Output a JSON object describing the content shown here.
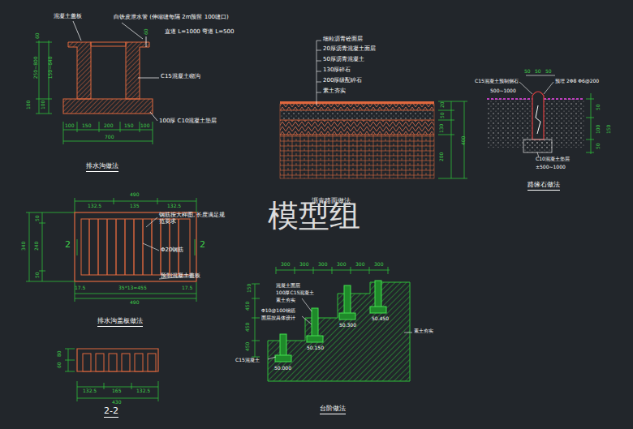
{
  "diagram": {
    "labels": [
      "混凝土盖板",
      "白铁皮泄水管 (伸缩缝每隔 2m预留 100缝口)",
      "直道 L=1000 弯道 L=500",
      "C15混凝土砌沟",
      "100厚 C10混凝土垫层",
      "60",
      "250~800",
      "150~640",
      "100",
      "100",
      "60",
      "100",
      "150",
      "200",
      "150",
      "100",
      "700",
      "排水沟做法",
      "细粒沥青砼面层",
      "20厚沥青混凝土面层",
      "50厚沥青混凝土",
      "130厚碎石",
      "200厚级配碎石",
      "素土夯实",
      "20",
      "50",
      "130",
      "200",
      "400",
      "沥青路面做法",
      "50",
      "50",
      "50",
      "C15混凝土预制侧石",
      "500~1000",
      "预埋 2Φ8 Φ6@200",
      "C10混凝土垫层",
      "±500~1000",
      "50",
      "100",
      "150",
      "50",
      "路缘石做法",
      "490",
      "132.5",
      "135",
      "132.5",
      "钢筋按大样图, 长度满足规范要求",
      "Φ20钢筋",
      "预制混凝土盖板",
      "2",
      "2",
      "340",
      "50",
      "240",
      "50",
      "17.5",
      "35*13=455",
      "17.5",
      "490",
      "排水沟盖板做法",
      "80",
      "60",
      "132.5",
      "165",
      "132.5",
      "430",
      "2-2",
      "300",
      "300",
      "300",
      "300",
      "300",
      "300",
      "混凝土面层",
      "100厚C15混凝土",
      "素土夯实",
      "Φ10@100钢筋",
      "面层按具体设计",
      "C15混凝土",
      "50.000",
      "50.150",
      "50.300",
      "50.450",
      "素土夯实",
      "150",
      "450",
      "450",
      "450",
      "台阶做法",
      "模型组"
    ]
  }
}
